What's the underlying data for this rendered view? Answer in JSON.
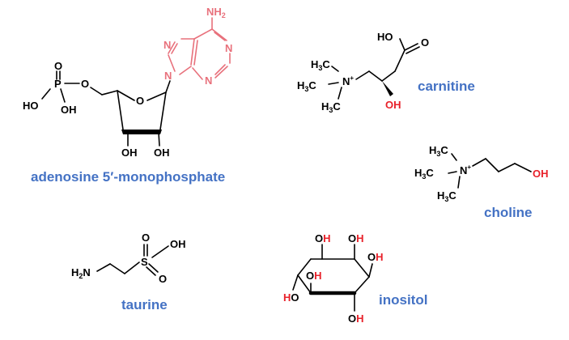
{
  "colors": {
    "caption": "#4472C4",
    "adenine": "#E8717C",
    "oxygen_red": "#E8212A",
    "bond": "#000000"
  },
  "molecules": {
    "amp": {
      "name": "adenosine 5′-monophosphate",
      "atoms": {
        "p": "P",
        "o_double": "O",
        "o_bridge": "O",
        "ho": "HO",
        "oh_p": "OH",
        "o_ring": "O",
        "oh2": "OH",
        "oh3": "OH",
        "nh2_n": "NH",
        "nh2_sub": "2",
        "n7": "N",
        "n9": "N",
        "n1": "N",
        "n3": "N"
      }
    },
    "carnitine": {
      "name": "carnitine",
      "atoms": {
        "ho": "HO",
        "o": "O",
        "oh": "OH",
        "n": "N",
        "plus": "+",
        "h": "H",
        "c": "C",
        "three": "3"
      }
    },
    "choline": {
      "name": "choline",
      "atoms": {
        "oh": "OH",
        "n": "N",
        "plus": "+",
        "h": "H",
        "c": "C",
        "three": "3"
      }
    },
    "taurine": {
      "name": "taurine",
      "atoms": {
        "h2n_h": "H",
        "h2n_2": "2",
        "h2n_n": "N",
        "s": "S",
        "o_top": "O",
        "o_bottom": "O",
        "oh": "OH"
      }
    },
    "inositol": {
      "name": "inositol",
      "atoms": {
        "oh": "OH",
        "ho": "HO",
        "o": "O",
        "h": "H"
      }
    }
  }
}
